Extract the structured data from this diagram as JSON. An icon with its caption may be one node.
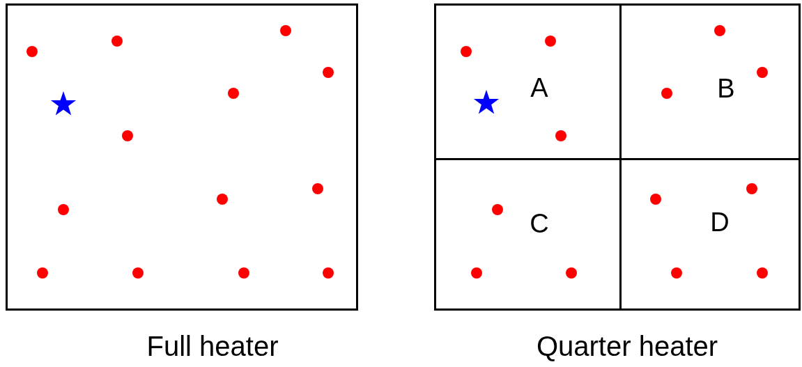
{
  "diagram": {
    "nodes": [
      {
        "text": [
          "Full heater"
        ]
      },
      {
        "text": [
          "Quarter heater"
        ]
      },
      {
        "text": [
          "A"
        ],
        "in": 1
      },
      {
        "text": [
          "B"
        ],
        "in": 1
      },
      {
        "text": [
          "C"
        ],
        "in": 1
      },
      {
        "text": [
          "D"
        ],
        "in": 1
      }
    ]
  }
}
